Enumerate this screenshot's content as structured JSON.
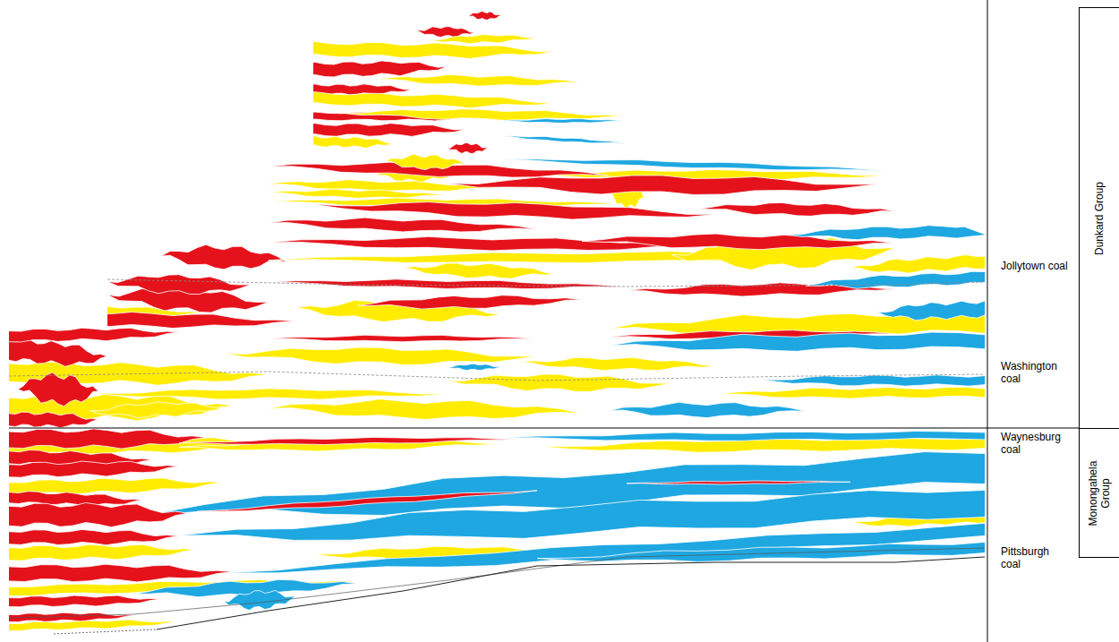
{
  "diagram": {
    "nodes": [
      {
        "text": [
          "Dunkard Group"
        ]
      },
      {
        "text": [
          "Monongahela Group"
        ]
      }
    ],
    "labels": [
      "Jollytown coal",
      "Washington coal",
      "Waynesburg coal",
      "Pittsburgh coal"
    ]
  }
}
